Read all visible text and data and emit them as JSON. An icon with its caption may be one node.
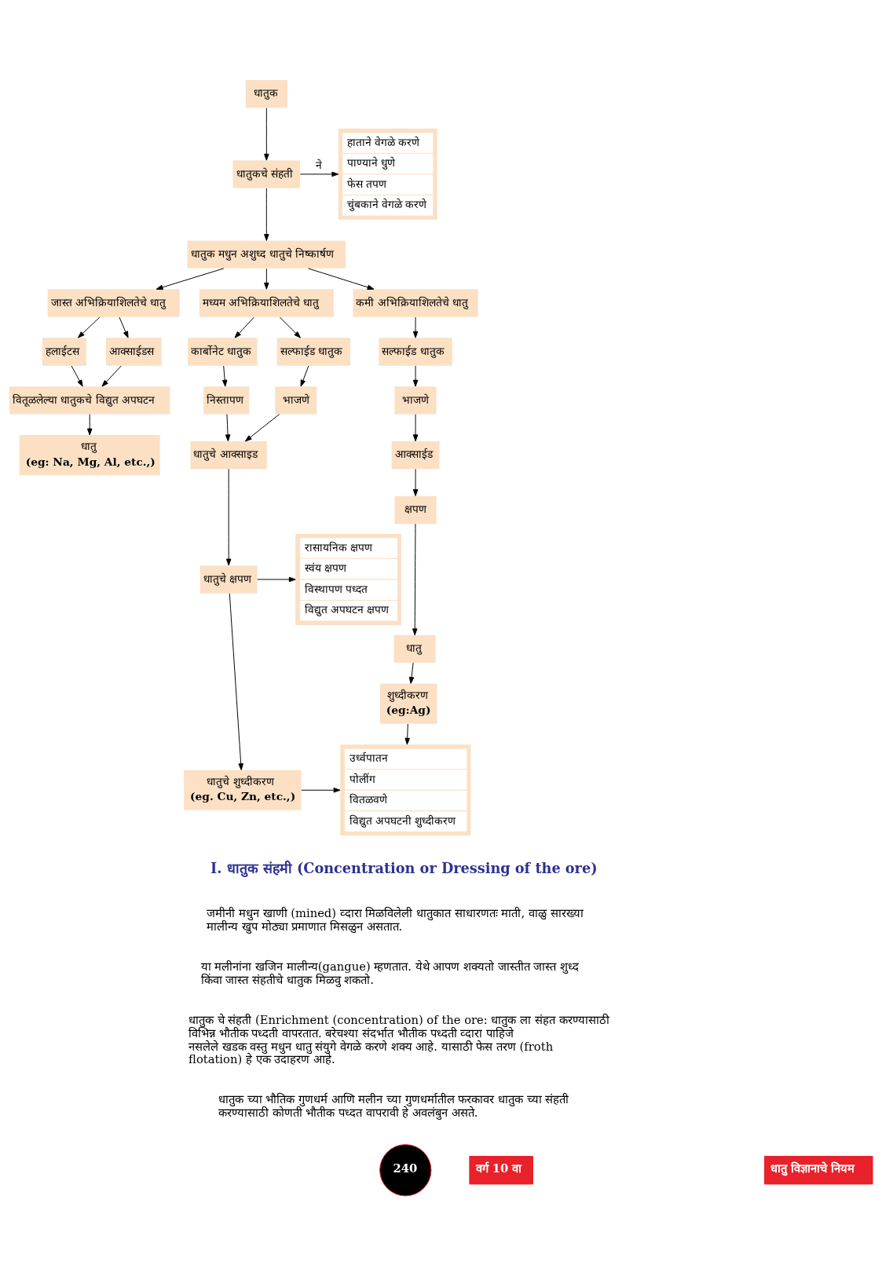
{
  "diagram": {
    "nodes": [
      {
        "text": [
          "धातुक"
        ]
      },
      {
        "text": [
          "धातुकचे संहती"
        ]
      },
      {
        "text": [
          "हाताने वेगळे करणे",
          "पाण्याने धुणे",
          "फेस तपण",
          "चुंबकाने वेगळे करणे"
        ]
      },
      {
        "text": [
          "धातुक मधुन अशुध्द धातुचे निष्कार्षण"
        ]
      },
      {
        "text": [
          "जास्त अभिक्रियाशिलतेचे धातु"
        ]
      },
      {
        "text": [
          "मध्यम अभिक्रियाशिलतेचे धातु"
        ]
      },
      {
        "text": [
          "कमी अभिक्रियाशिलतेचे धातु"
        ]
      },
      {
        "text": [
          "हलाईटस"
        ]
      },
      {
        "text": [
          "आक्साईडस"
        ]
      },
      {
        "text": [
          "कार्बोनेट धातुक"
        ]
      },
      {
        "text": [
          "सल्फाईड धातुक"
        ]
      },
      {
        "text": [
          "सल्फाईड धातुक"
        ]
      },
      {
        "text": [
          "वितूळलेल्या धातुकचे विद्युत अपघटन"
        ]
      },
      {
        "text": [
          "निस्तापण"
        ]
      },
      {
        "text": [
          "भाजणे"
        ]
      },
      {
        "text": [
          "भाजणे"
        ]
      },
      {
        "text": [
          "धातु",
          "(eg: Na, Mg, Al, etc.,)"
        ]
      },
      {
        "text": [
          "धातुचे आक्साइड"
        ]
      },
      {
        "text": [
          "आक्साईड"
        ]
      },
      {
        "text": [
          "रासायनिक क्षपण",
          "स्वंय क्षपण",
          "विस्थापण पध्दत",
          "विद्युत अपघटन क्षपण"
        ]
      },
      {
        "text": [
          "धातुचे क्षपण"
        ]
      },
      {
        "text": [
          "क्षपण"
        ]
      },
      {
        "text": [
          "धातुचे शुध्दीकरण",
          "(eg. Cu, Zn, etc.,)"
        ]
      },
      {
        "text": [
          "धातु"
        ]
      },
      {
        "text": [
          "शुध्दीकरण",
          "(eg:Ag)"
        ]
      },
      {
        "text": [
          "उर्ध्वपातन",
          "पोलींग",
          "वितळवणे",
          "विद्युत अपघटनी शुध्दीकरण"
        ]
      }
    ],
    "edges": [
      {
        "from": 0,
        "to": 1,
        "arrow": "to"
      },
      {
        "from": 1,
        "to": 2,
        "arrow": "to",
        "label": "ने"
      },
      {
        "from": 1,
        "to": 3,
        "arrow": "to"
      },
      {
        "from": 3,
        "to": 4,
        "arrow": "to"
      },
      {
        "from": 3,
        "to": 5,
        "arrow": "to"
      },
      {
        "from": 3,
        "to": 6,
        "arrow": "to"
      },
      {
        "from": 4,
        "to": 7,
        "arrow": "to"
      },
      {
        "from": 4,
        "to": 8,
        "arrow": "to"
      },
      {
        "from": 5,
        "to": 9,
        "arrow": "to"
      },
      {
        "from": 5,
        "to": 10,
        "arrow": "to"
      },
      {
        "from": 6,
        "to": 11,
        "arrow": "to"
      },
      {
        "from": 7,
        "to": 12,
        "arrow": "to"
      },
      {
        "from": 8,
        "to": 12,
        "arrow": "to"
      },
      {
        "from": 9,
        "to": 13,
        "arrow": "to"
      },
      {
        "from": 10,
        "to": 14,
        "arrow": "to"
      },
      {
        "from": 11,
        "to": 15,
        "arrow": "to"
      },
      {
        "from": 12,
        "to": 16,
        "arrow": "to"
      },
      {
        "from": 13,
        "to": 17,
        "arrow": "to"
      },
      {
        "from": 14,
        "to": 17,
        "arrow": "to"
      },
      {
        "from": 15,
        "to": 18,
        "arrow": "to"
      },
      {
        "from": 17,
        "to": 20,
        "arrow": "to"
      },
      {
        "from": 20,
        "to": 19,
        "arrow": "to"
      },
      {
        "from": 18,
        "to": 21,
        "arrow": "to"
      },
      {
        "from": 20,
        "to": 22,
        "arrow": "to"
      },
      {
        "from": 21,
        "to": 23,
        "arrow": "to"
      },
      {
        "from": 22,
        "to": 25,
        "arrow": "to"
      },
      {
        "from": 23,
        "to": 24,
        "arrow": "to"
      },
      {
        "from": 24,
        "to": 25,
        "arrow": "to"
      }
    ],
    "labels": [
      "I. धातुक संहमी (Concentration or Dressing of the ore)",
      "जमीनी मधुन खाणी (mined) व्दारा मिळविलेली धातुकात साधारणतः माती, वाळु सारख्या मालीन्य खुप मोठ्या प्रमाणात मिसळुन असतात.",
      "या मलीनांना खजिन मालीन्य(gangue) म्हणतात. येथे आपण शक्यतो जास्तीत जास्त शुध्द किंवा जास्त संहतीचे धातुक मिळवु शकतो.",
      "धातुक चे संहती (Enrichment (concentration) of the ore: धातुक ला संहत करण्यासाठी विभिन्न भौतीक पध्दती वापरतात. बरेचश्या संदर्भात भौतीक पध्दती व्दारा पाहिजे नसलेले खडक वस्तु मधुन धातु संयुगे वेगळे करणे शक्य आहे. यासाठी फेस तरण (froth flotation) हे एक उदाहरण आहे.",
      "धातुक च्या भौतिक गुणधर्म आणि मलीन च्या गुणधर्मातील फरकावर धातुक च्या संहती करण्यासाठी कोणती भौतीक पध्दत वापरावी हे अवलंबुन असते.",
      "240",
      "वर्ग 10 वा",
      "धातु विज्ञानाचे नियम"
    ]
  }
}
